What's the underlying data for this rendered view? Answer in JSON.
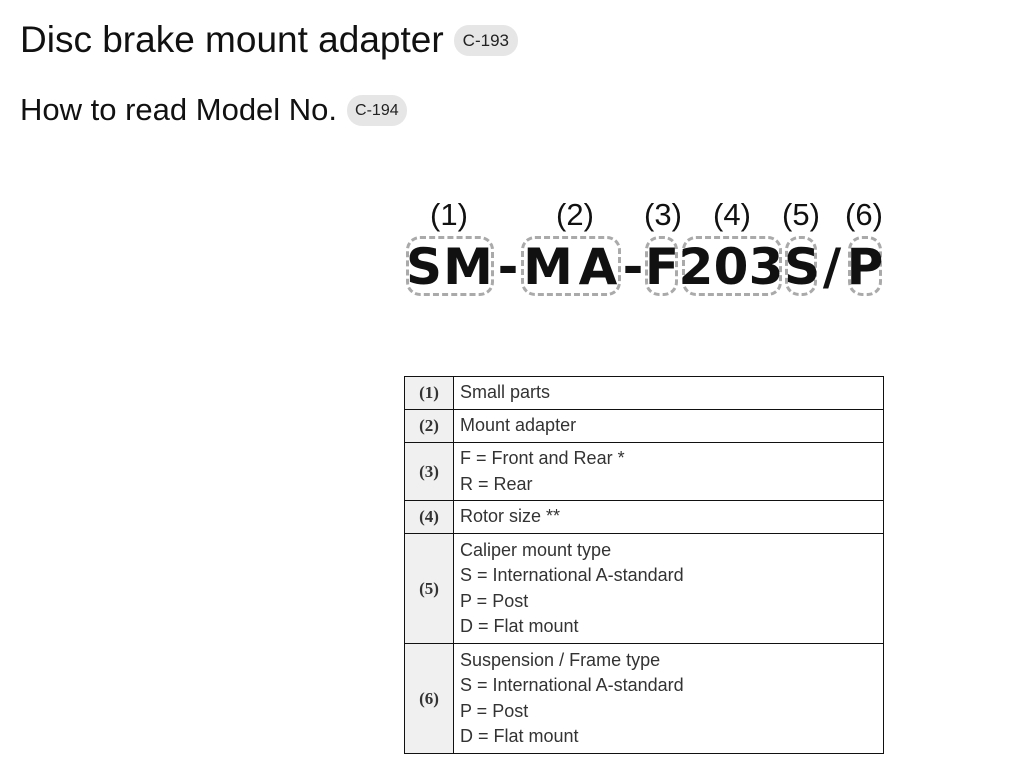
{
  "header": {
    "title": "Disc brake mount adapter",
    "title_badge": "C-193",
    "subtitle": "How to read Model No.",
    "subtitle_badge": "C-194"
  },
  "model": {
    "markers": [
      "(1)",
      "(2)",
      "(3)",
      "(4)",
      "(5)",
      "(6)"
    ],
    "characters": [
      "S",
      "M",
      "-",
      "M",
      "A",
      "-",
      "F",
      "2",
      "0",
      "3",
      "S",
      "/",
      "P"
    ]
  },
  "legend": {
    "rows": [
      {
        "key": "(1)",
        "lines": [
          "Small parts"
        ]
      },
      {
        "key": "(2)",
        "lines": [
          "Mount adapter"
        ]
      },
      {
        "key": "(3)",
        "lines": [
          "F = Front and Rear *",
          "R = Rear"
        ]
      },
      {
        "key": "(4)",
        "lines": [
          "Rotor size **"
        ]
      },
      {
        "key": "(5)",
        "lines": [
          "Caliper mount type",
          "S = International A-standard",
          "P = Post",
          "D = Flat mount"
        ]
      },
      {
        "key": "(6)",
        "lines": [
          "Suspension / Frame type",
          "S = International A-standard",
          "P = Post",
          "D = Flat mount"
        ]
      }
    ]
  },
  "colors": {
    "badge_bg": "#e6e6e6",
    "dashed_border": "#aaaaaa",
    "table_key_bg": "#f0f0f0"
  }
}
